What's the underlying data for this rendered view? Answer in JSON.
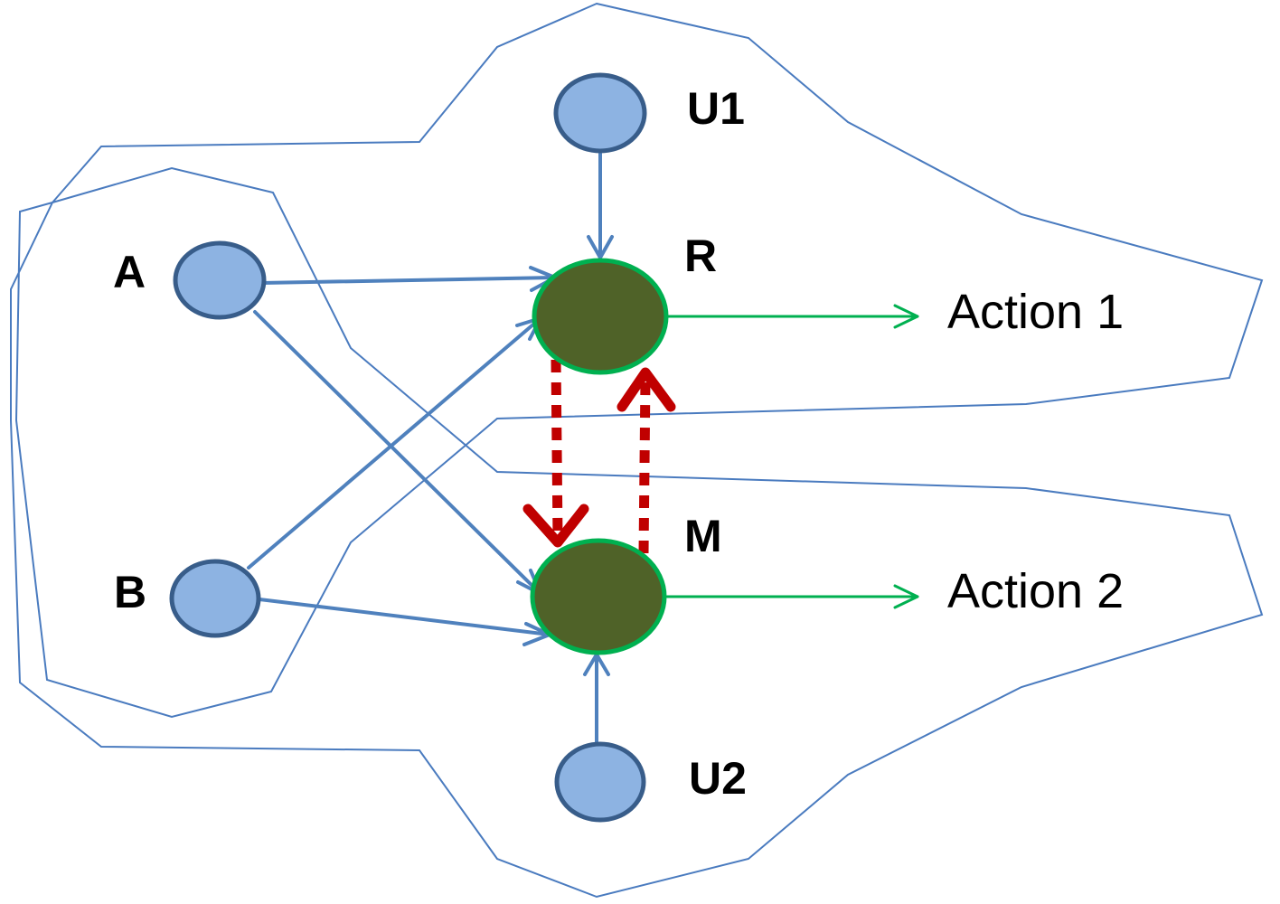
{
  "colors": {
    "region_outline": "#4a7bbf",
    "input_node_fill": "#8db3e2",
    "input_node_stroke": "#385d8a",
    "hub_node_fill": "#4f6228",
    "hub_node_stroke": "#00b050",
    "input_edge": "#4f81bd",
    "action_edge": "#00b050",
    "feedback_edge": "#c00000"
  },
  "nodes": {
    "A": "A",
    "B": "B",
    "U1": "U1",
    "U2": "U2",
    "R": "R",
    "M": "M"
  },
  "outputs": {
    "action1": "Action 1",
    "action2": "Action 2"
  },
  "edges": [
    {
      "from": "U1",
      "to": "R",
      "type": "input"
    },
    {
      "from": "A",
      "to": "R",
      "type": "input"
    },
    {
      "from": "A",
      "to": "M",
      "type": "input"
    },
    {
      "from": "B",
      "to": "R",
      "type": "input"
    },
    {
      "from": "B",
      "to": "M",
      "type": "input"
    },
    {
      "from": "U2",
      "to": "M",
      "type": "input"
    },
    {
      "from": "R",
      "to": "Action 1",
      "type": "action"
    },
    {
      "from": "M",
      "to": "Action 2",
      "type": "action"
    },
    {
      "from": "R",
      "to": "M",
      "type": "feedback",
      "style": "dashed"
    },
    {
      "from": "M",
      "to": "R",
      "type": "feedback",
      "style": "dashed"
    }
  ]
}
